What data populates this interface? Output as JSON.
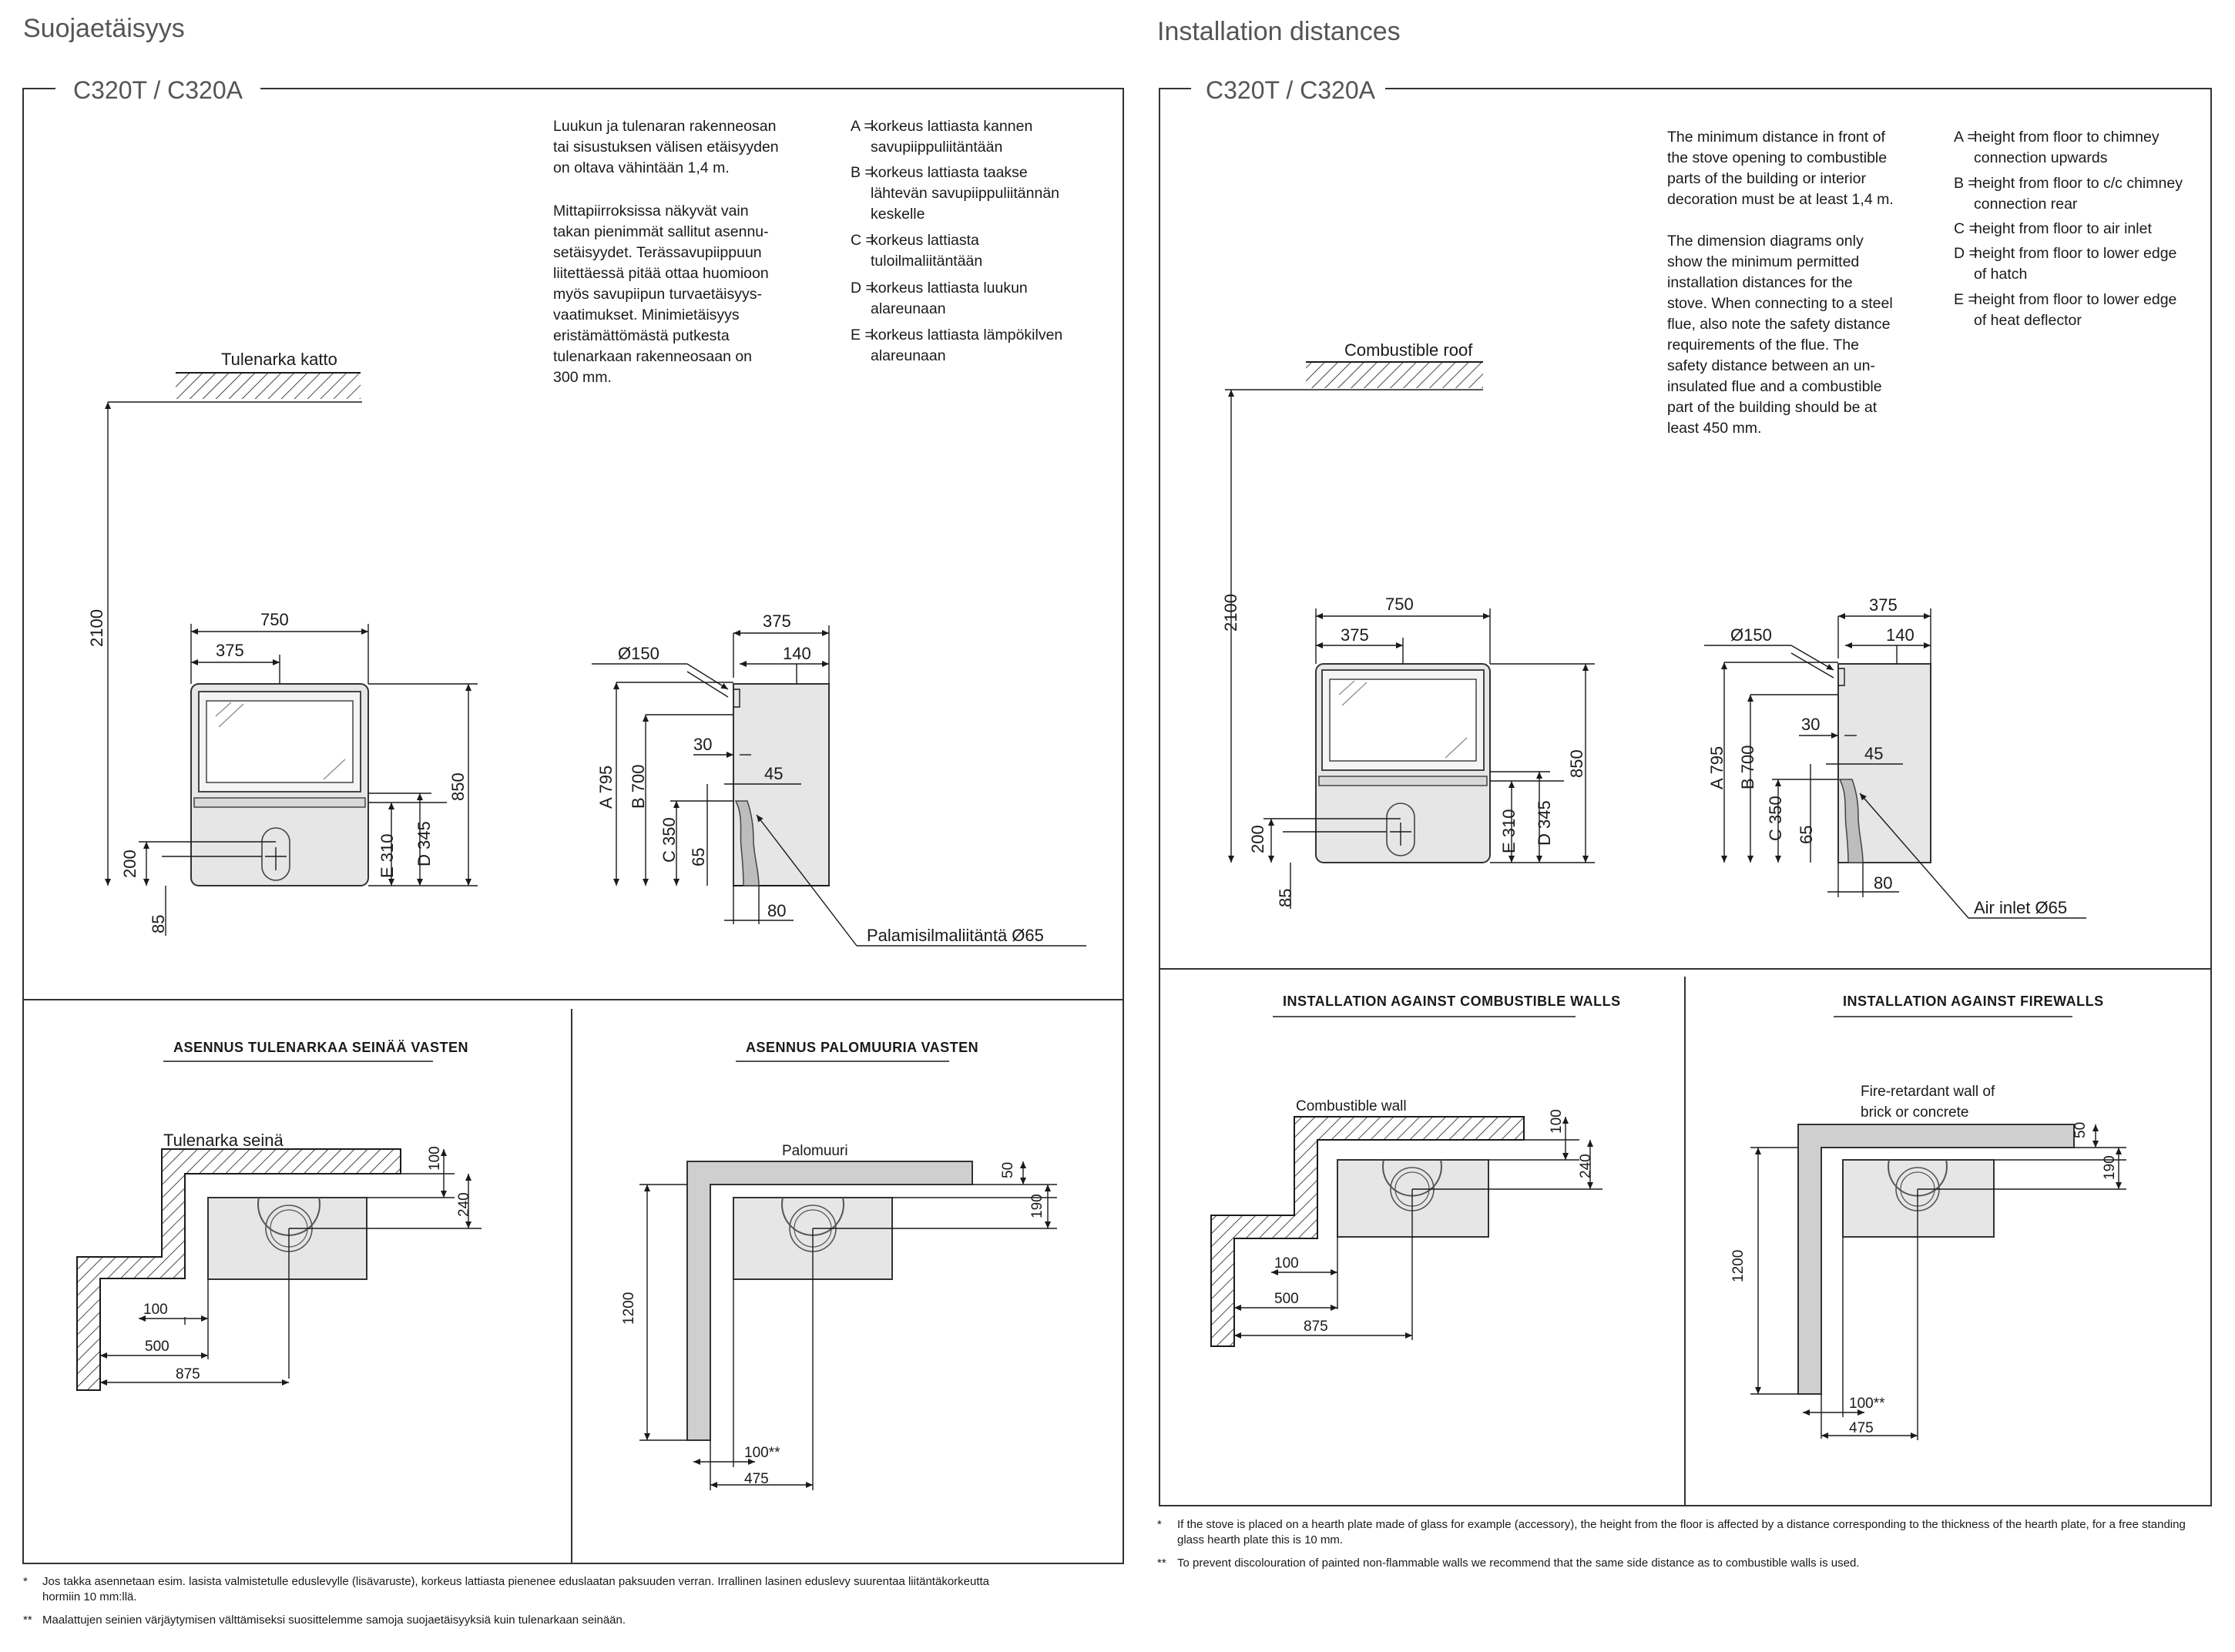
{
  "left": {
    "page_title": "Suojaetäisyys",
    "model": "C320T / C320A",
    "intro_lines": [
      "Luukun ja tulenaran rakenneosan",
      "tai sisustuksen välisen etäisyyden",
      "on oltava vähintään 1,4 m."
    ],
    "body_lines": [
      "Mittapiirroksissa näkyvät vain",
      "takan pienimmät sallitut asennu-",
      "setäisyydet. Terässavupiippuun",
      "liitettäessä pitää ottaa huomioon",
      "myös savupiipun turvaetäisyys-",
      "vaatimukset. Minimietäisyys",
      "eristämättömästä putkesta",
      "tulenarkaan rakenneosaan on",
      "300 mm."
    ],
    "legend": [
      {
        "key": "A =",
        "lines": [
          "korkeus lattiasta kannen",
          "savupiippuliitäntään"
        ]
      },
      {
        "key": "B =",
        "lines": [
          "korkeus lattiasta taakse",
          "lähtevän savupiippuliitännän",
          "keskelle"
        ]
      },
      {
        "key": "C =",
        "lines": [
          "korkeus lattiasta",
          "tuloilmaliitäntään"
        ]
      },
      {
        "key": "D =",
        "lines": [
          "korkeus lattiasta luukun",
          "alareunaan"
        ]
      },
      {
        "key": "E =",
        "lines": [
          "korkeus lattiasta lämpökilven",
          "alareunaan"
        ]
      }
    ],
    "roof_label": "Tulenarka katto",
    "air_inlet_label": "Palamisilmaliitäntä Ø65",
    "section_combustible": "ASENNUS TULENARKAA SEINÄÄ VASTEN",
    "section_firewall": "ASENNUS PALOMUURIA VASTEN",
    "wall_label": "Tulenarka seinä",
    "firewall_label": "Palomuuri",
    "footnotes": [
      {
        "mark": "*",
        "lines": [
          "Jos takka asennetaan esim. lasista valmistetulle eduslevylle (lisävaruste), korkeus lattiasta pienenee eduslaatan paksuuden verran. Irrallinen lasinen eduslevy suurentaa liitäntäkorkeutta",
          "hormiin 10 mm:llä."
        ]
      },
      {
        "mark": "**",
        "lines": [
          "Maalattujen seinien värjäytymisen välttämiseksi suosittelemme samoja suojaetäisyyksiä kuin tulenarkaan seinään."
        ]
      }
    ]
  },
  "right": {
    "page_title": "Installation distances",
    "model": "C320T / C320A",
    "intro_lines": [
      "The minimum distance in front of",
      "the stove opening to combustible",
      "parts of the building or interior",
      "decoration must be at least 1,4 m."
    ],
    "body_lines": [
      "The dimension diagrams only",
      "show the minimum permitted",
      "installation distances for the",
      "stove. When connecting to a steel",
      "flue, also note the safety distance",
      "requirements of the flue. The",
      "safety distance between an un-",
      "insulated flue and a combustible",
      "part of the building should be at",
      "least 450 mm."
    ],
    "legend": [
      {
        "key": "A =",
        "lines": [
          "height from floor to chimney",
          "connection upwards"
        ]
      },
      {
        "key": "B =",
        "lines": [
          "height from floor to c/c chimney",
          "connection rear"
        ]
      },
      {
        "key": "C =",
        "lines": [
          "height from floor to air inlet"
        ]
      },
      {
        "key": "D =",
        "lines": [
          "height from floor to lower edge",
          "of hatch"
        ]
      },
      {
        "key": "E =",
        "lines": [
          "height from floor to lower edge",
          "of heat deflector"
        ]
      }
    ],
    "roof_label": "Combustible roof",
    "air_inlet_label": "Air inlet Ø65",
    "section_combustible": "INSTALLATION AGAINST COMBUSTIBLE WALLS",
    "section_firewall": "INSTALLATION AGAINST FIREWALLS",
    "wall_label": "Combustible wall",
    "firewall_label_lines": [
      "Fire-retardant wall of",
      "brick or concrete"
    ],
    "footnotes": [
      {
        "mark": "*",
        "lines": [
          "If the stove is placed on a hearth plate made of glass for example (accessory), the height from the floor is affected by a distance corresponding to the thickness of the hearth plate, for a free standing",
          "glass hearth plate this is 10 mm."
        ]
      },
      {
        "mark": "**",
        "lines": [
          "To prevent discolouration of painted non-flammable walls we recommend that the same side distance as to combustible walls is used."
        ]
      }
    ]
  },
  "dimensions": {
    "ceiling_height": "2100",
    "width": "750",
    "half_width": "375",
    "height": "850",
    "depth": "375",
    "flue_offset": "140",
    "flue_diameter": "Ø150",
    "a_height": "A 795",
    "b_height": "B 700",
    "c_height": "C 350",
    "d_height": "D 345",
    "e_height": "E 310",
    "inlet_height": "200",
    "inlet_x": "85",
    "rear_flue_gap": "30",
    "inlet_depth": "45",
    "inlet_offset": "65",
    "inlet_back": "80",
    "wall_side": "100",
    "wall_back": "240",
    "wall_side_2": "500",
    "wall_side_3": "875",
    "fw_back_1": "50",
    "fw_back_2": "190",
    "fw_side_len": "1200",
    "fw_side_gap": "100**",
    "fw_side_total": "475"
  }
}
